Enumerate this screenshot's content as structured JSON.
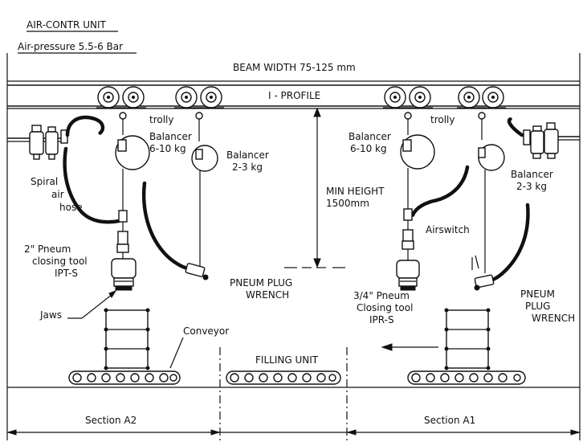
{
  "header": {
    "title": "AIR-CONTR UNIT",
    "pressure": "Air-pressure 5.5-6 Bar"
  },
  "beam": {
    "width_label": "BEAM WIDTH 75-125 mm",
    "profile_label": "I - PROFILE"
  },
  "labels": {
    "trolly_left": "trolly",
    "trolly_right": "trolly",
    "balancer_big_left_1": "Balancer",
    "balancer_big_left_2": "6-10 kg",
    "balancer_small_left_1": "Balancer",
    "balancer_small_left_2": "2-3 kg",
    "balancer_big_right_1": "Balancer",
    "balancer_big_right_2": "6-10 kg",
    "balancer_small_right_1": "Balancer",
    "balancer_small_right_2": "2-3 kg",
    "spiral_1": "Spiral",
    "spiral_2": "air",
    "spiral_3": "hose",
    "min_height_1": "MIN HEIGHT",
    "min_height_2": "1500mm",
    "airswitch": "Airswitch",
    "tool_left_1": "2\" Pneum",
    "tool_left_2": "closing tool",
    "tool_left_3": "IPT-S",
    "wrench_center_1": "PNEUM PLUG",
    "wrench_center_2": "WRENCH",
    "tool_right_1": "3/4\" Pneum",
    "tool_right_2": "Closing tool",
    "tool_right_3": "IPR-S",
    "wrench_right_1": "PNEUM",
    "wrench_right_2": "PLUG",
    "wrench_right_3": "WRENCH",
    "jaws": "Jaws",
    "conveyor": "Conveyor",
    "filling_unit": "FILLING UNIT",
    "section_a2": "Section A2",
    "section_a1": "Section A1"
  }
}
